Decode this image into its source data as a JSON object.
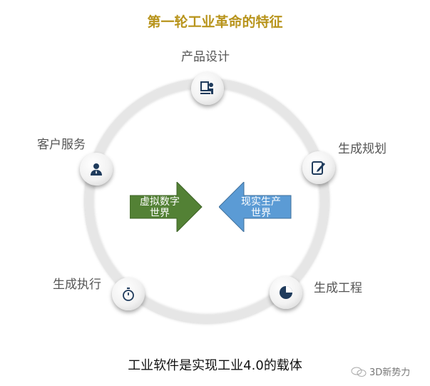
{
  "title": "第一轮工业革命的特征",
  "nodes": [
    {
      "label": "产品设计",
      "icon": "designer-at-desk-icon"
    },
    {
      "label": "生成规划",
      "icon": "edit-document-icon"
    },
    {
      "label": "生成工程",
      "icon": "pie-chart-icon"
    },
    {
      "label": "生成执行",
      "icon": "stopwatch-icon"
    },
    {
      "label": "客户服务",
      "icon": "person-icon"
    }
  ],
  "arrows": {
    "virtual": {
      "line1": "虚拟数字",
      "line2": "世界",
      "color": "#538135"
    },
    "real": {
      "line1": "现实生产",
      "line2": "世界",
      "color": "#5b9bd5"
    }
  },
  "caption": "工业软件是实现工业4.0的载体",
  "watermark": "3D新势力",
  "colors": {
    "title": "#b8941c",
    "icon": "#1f3b5c"
  }
}
